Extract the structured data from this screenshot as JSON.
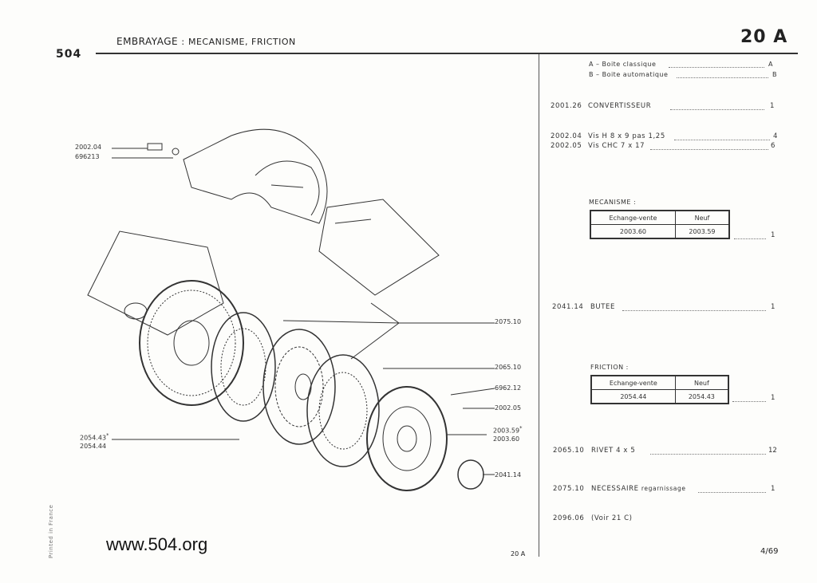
{
  "header": {
    "title_main": "EMBRAYAGE",
    "title_sep": ":",
    "title_sub": "MECANISME, FRICTION",
    "code": "20 A",
    "logo": "504"
  },
  "legend": [
    {
      "label": "A – Boite classique",
      "value": "A"
    },
    {
      "label": "B – Boite automatique",
      "value": "B"
    }
  ],
  "parts": {
    "convertisseur": {
      "ref": "2001.26",
      "name": "CONVERTISSEUR",
      "qty": "1"
    },
    "vis_h": {
      "ref": "2002.04",
      "name": "Vis H 8 x 9  pas 1,25",
      "qty": "4"
    },
    "vis_chc": {
      "ref": "2002.05",
      "name": "Vis CHC 7 x 17",
      "qty": "6"
    },
    "mecanisme": {
      "title": "MECANISME :",
      "col1": "Echange-vente",
      "col2": "Neuf",
      "val1": "2003.60",
      "val2": "2003.59",
      "qty": "1"
    },
    "butee": {
      "ref": "2041.14",
      "name": "BUTEE",
      "qty": "1"
    },
    "friction": {
      "title": "FRICTION :",
      "col1": "Echange-vente",
      "col2": "Neuf",
      "val1": "2054.44",
      "val2": "2054.43",
      "qty": "1"
    },
    "rivet": {
      "ref": "2065.10",
      "name": "RIVET 4 x 5",
      "qty": "12"
    },
    "necessaire": {
      "ref": "2075.10",
      "name": "NECESSAIRE",
      "name_sub": "regarnissage",
      "qty": "1"
    },
    "voir": {
      "ref": "2096.06",
      "name": "(Voir 21 C)"
    }
  },
  "callouts": {
    "left_top_1": "2002.04",
    "left_top_2": "696213",
    "left_bot_1": "2054.43",
    "left_bot_star": "*",
    "left_bot_2": "2054.44",
    "r1": "2075.10",
    "r2": "2065.10",
    "r3": "6962.12",
    "r4": "2002.05",
    "r5a": "2003.59",
    "r5star": "*",
    "r5b": "2003.60",
    "r6": "2041.14"
  },
  "footer": {
    "website": "www.504.org",
    "printed": "Printed in France",
    "page_code": "20 A",
    "page_num": "4/69"
  }
}
